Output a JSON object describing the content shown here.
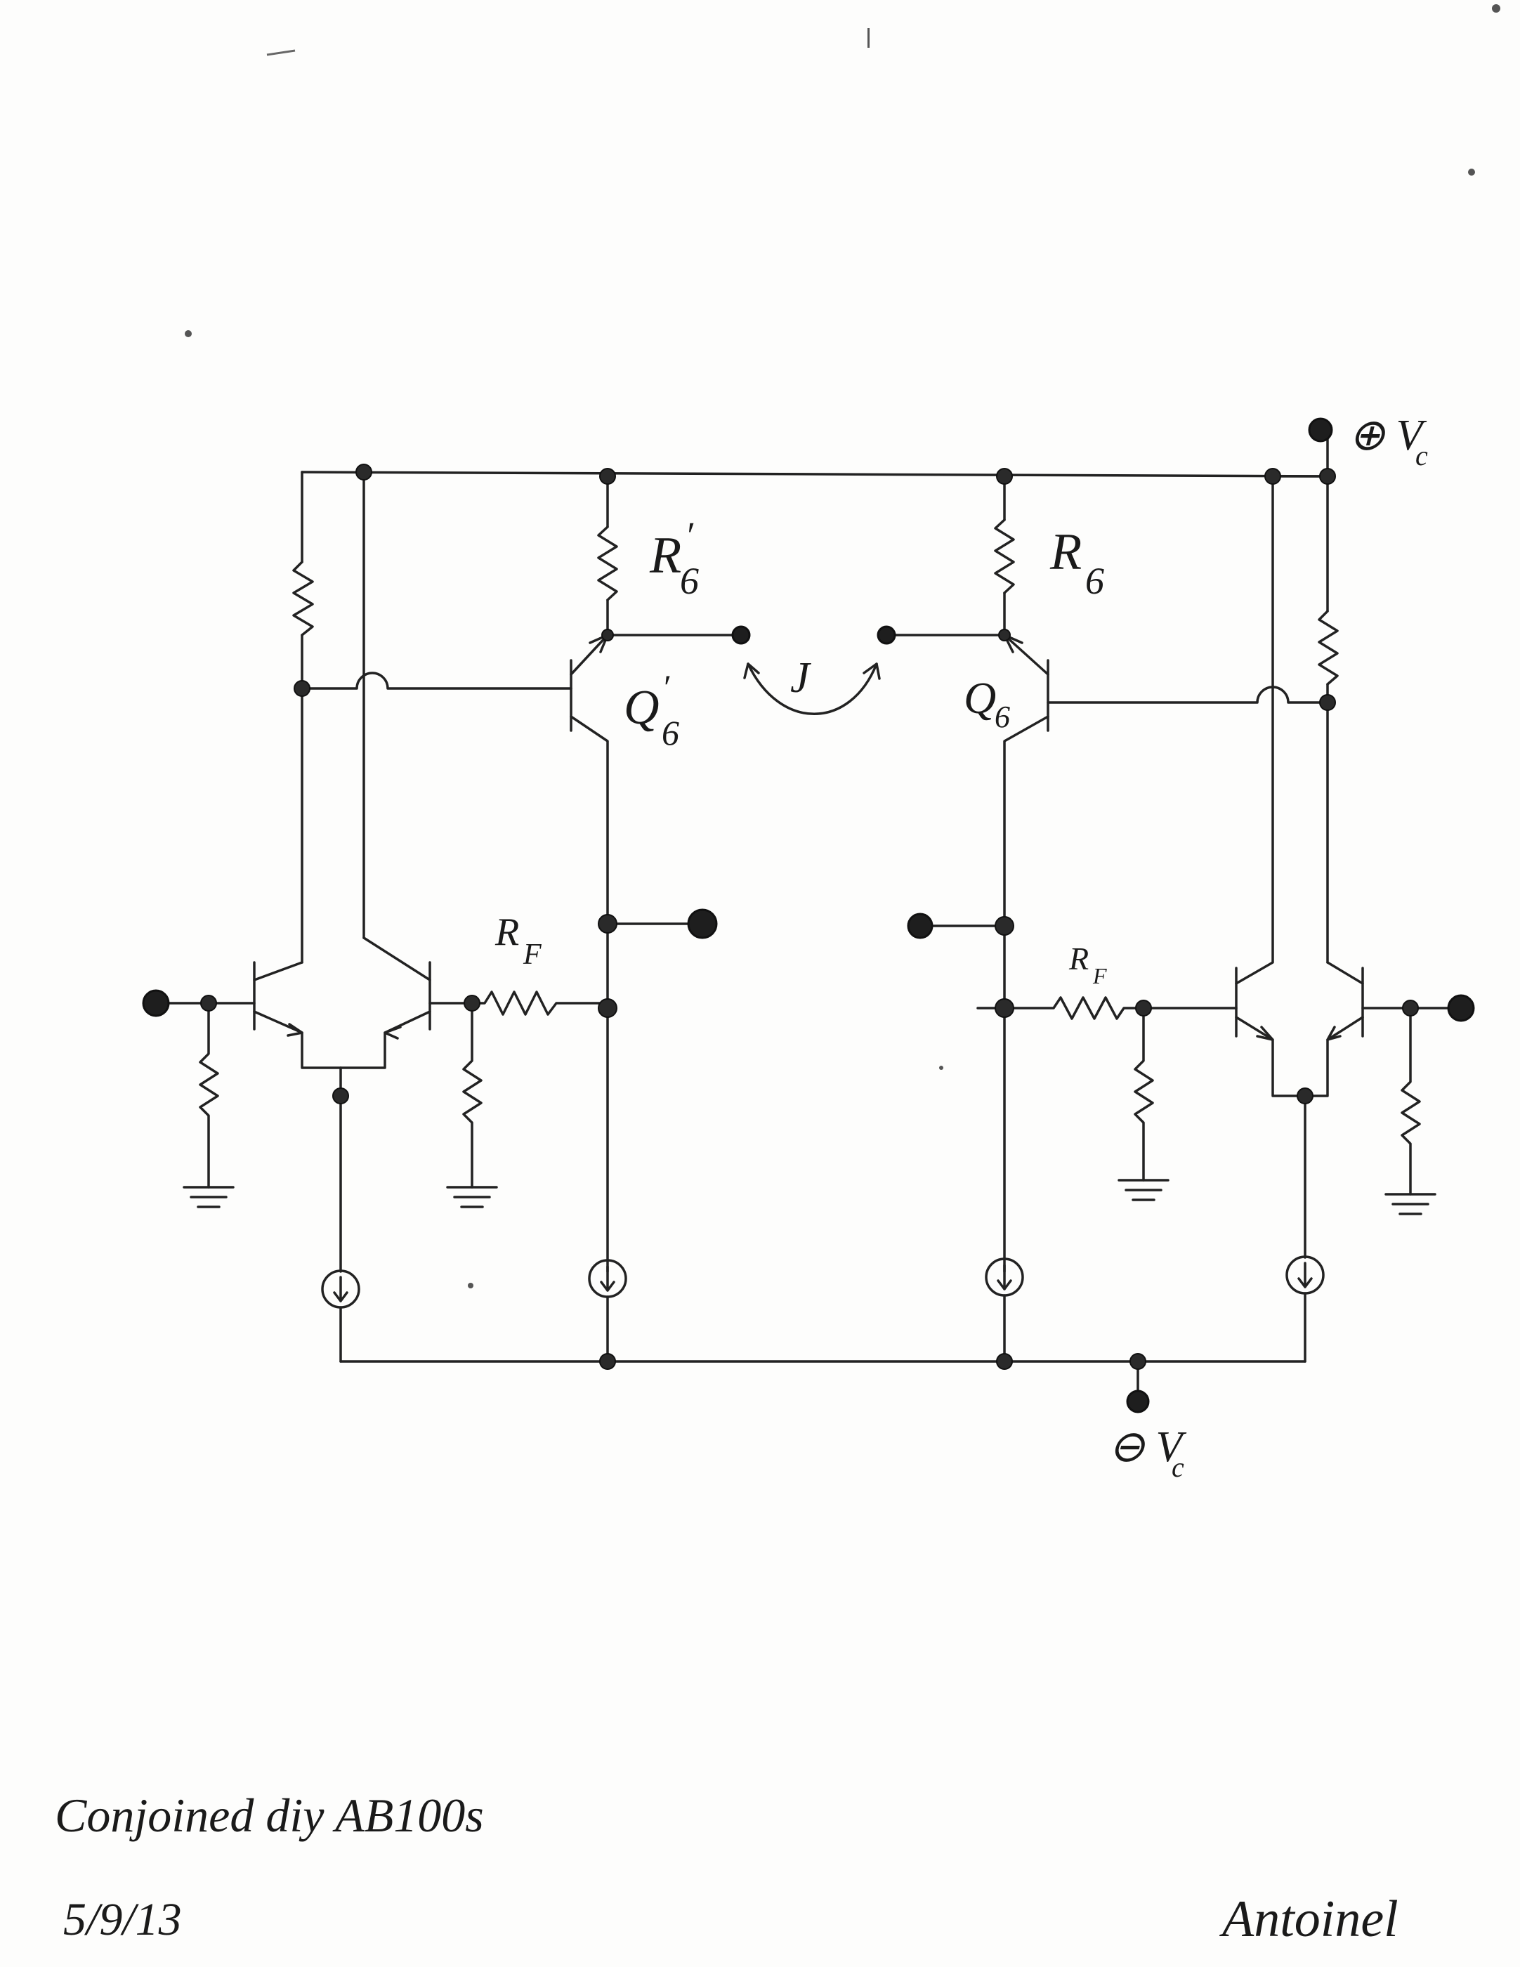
{
  "labels": {
    "vc_plus": "⊕ V",
    "vc_plus_sub": "c",
    "vc_minus": "⊖ V",
    "vc_minus_sub": "c",
    "r6_prime": "R",
    "r6_prime_sub": "6",
    "r6_prime_mark": "′",
    "r6": "R",
    "r6_sub": "6",
    "q6_prime": "Q",
    "q6_prime_sub": "6",
    "q6_prime_mark": "′",
    "q6": "Q",
    "q6_sub": "6",
    "jumper": "J",
    "rf_left": "R",
    "rf_left_sub": "F",
    "rf_right": "R",
    "rf_right_sub": "F"
  },
  "notes": {
    "title": "Conjoined diy AB100s",
    "date": "5/9/13",
    "signature": "Antoinel"
  },
  "colors": {
    "ink": "#222222",
    "paper": "#fdfdfc"
  }
}
